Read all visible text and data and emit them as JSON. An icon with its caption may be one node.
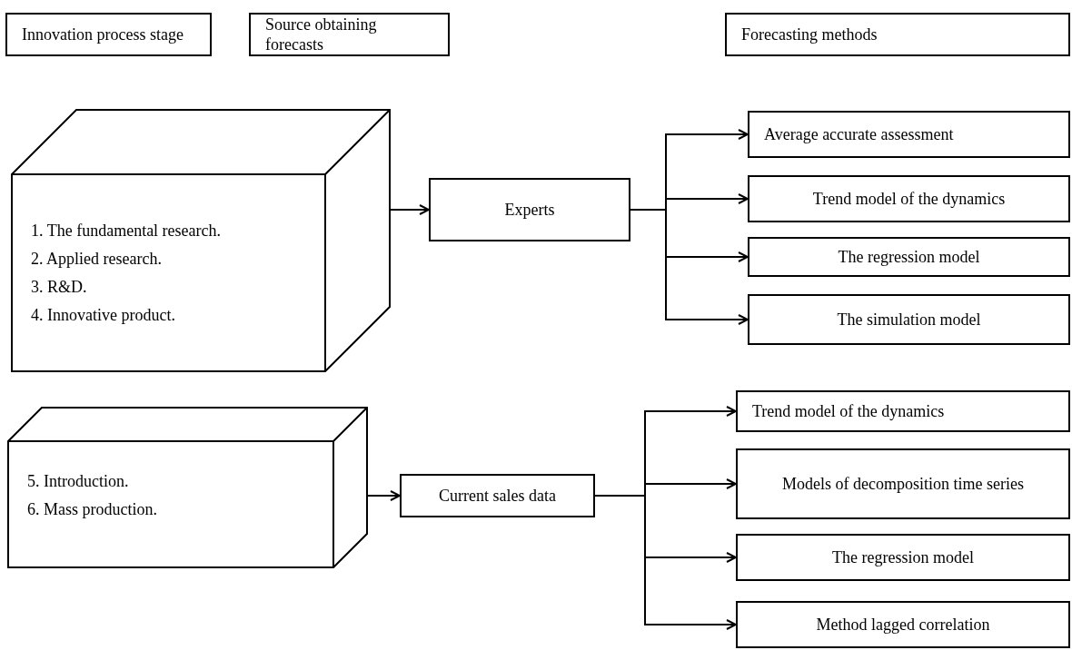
{
  "diagram": {
    "nodes": [
      {
        "text": [
          "Innovation process stage"
        ]
      },
      {
        "text": [
          "Source obtaining forecasts"
        ]
      },
      {
        "text": [
          "Forecasting methods"
        ]
      },
      {
        "text": [
          "1. The fundamental research.",
          "2. Applied research.",
          "3. R&D.",
          "4. Innovative product."
        ]
      },
      {
        "text": [
          "Experts"
        ]
      },
      {
        "text": [
          "Average accurate assessment"
        ]
      },
      {
        "text": [
          "Trend model of the dynamics"
        ]
      },
      {
        "text": [
          "The regression model"
        ]
      },
      {
        "text": [
          "The simulation model"
        ]
      },
      {
        "text": [
          "5. Introduction.",
          "6. Mass production."
        ]
      },
      {
        "text": [
          "Current sales data"
        ]
      },
      {
        "text": [
          "Trend model of the dynamics"
        ]
      },
      {
        "text": [
          "Models of decomposition time series"
        ]
      },
      {
        "text": [
          "The regression model"
        ]
      },
      {
        "text": [
          "Method lagged correlation"
        ]
      }
    ],
    "edges": [
      {
        "from": 3,
        "to": 4,
        "arrow": "to"
      },
      {
        "from": 4,
        "to": 5,
        "arrow": "to"
      },
      {
        "from": 4,
        "to": 6,
        "arrow": "to"
      },
      {
        "from": 4,
        "to": 7,
        "arrow": "to"
      },
      {
        "from": 4,
        "to": 8,
        "arrow": "to"
      },
      {
        "from": 9,
        "to": 10,
        "arrow": "to"
      },
      {
        "from": 10,
        "to": 11,
        "arrow": "to"
      },
      {
        "from": 10,
        "to": 12,
        "arrow": "to"
      },
      {
        "from": 10,
        "to": 13,
        "arrow": "to"
      },
      {
        "from": 10,
        "to": 14,
        "arrow": "to"
      }
    ]
  }
}
